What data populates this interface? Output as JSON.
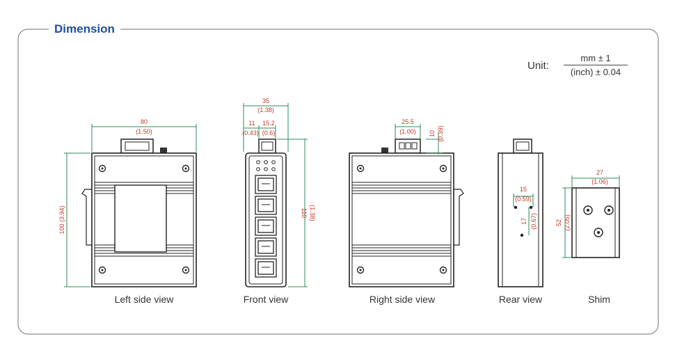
{
  "title": "Dimension",
  "unit": {
    "label": "Unit:",
    "numerator": "mm ± 1",
    "denominator": "(inch) ± 0.04"
  },
  "views": {
    "left": "Left side view",
    "front": "Front view",
    "right": "Right side view",
    "rear": "Rear view",
    "shim": "Shim"
  },
  "dims": {
    "left_width": "80",
    "left_width_in": "(1.50)",
    "left_height": "100 (3.94)",
    "front_width": "35",
    "front_width_in": "(1.38)",
    "front_a": "11",
    "front_a_in": "(0.43)",
    "front_b": "15.2",
    "front_b_in": "(0.6)",
    "front_height": "110",
    "front_height_in": "(1.38)",
    "right_conn": "25.5",
    "right_conn_in": "(1.00)",
    "right_h": "10",
    "right_h_in": "(0.39)",
    "rear_a": "15",
    "rear_a_in": "(0.59)",
    "rear_b": "17",
    "rear_b_in": "(0.67)",
    "shim_w": "27",
    "shim_w_in": "(1.06)",
    "shim_h": "52",
    "shim_h_in": "(2.05)"
  },
  "colors": {
    "frame": "#888888",
    "title": "#1e4f9c",
    "dim_line": "#2e8b57",
    "dim_text": "#c0392b",
    "device": "#222222"
  }
}
